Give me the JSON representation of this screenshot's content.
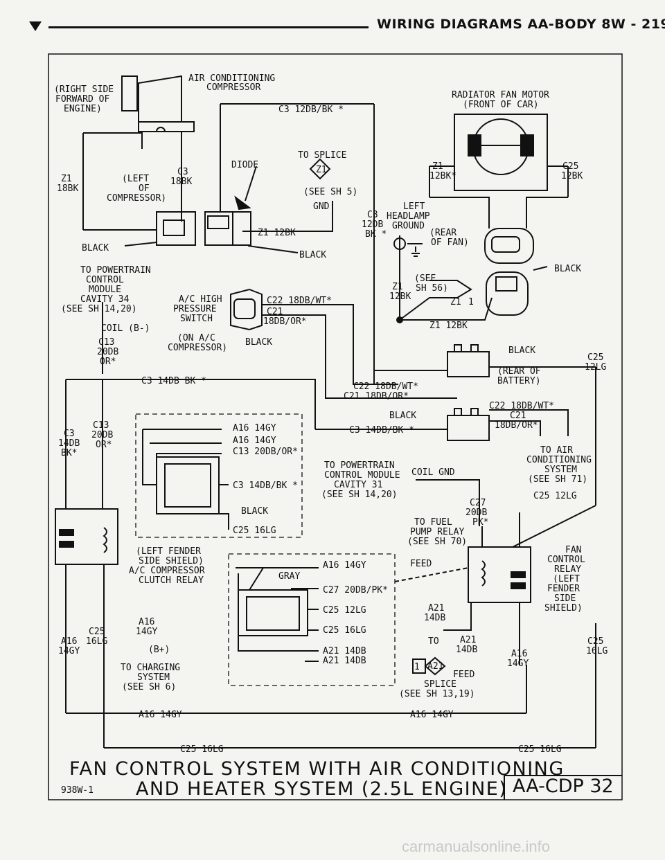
{
  "header": {
    "title": "WIRING DIAGRAMS AA-BODY   8W - 219"
  },
  "components": {
    "compressor": "AIR CONDITIONING",
    "compressor2": "COMPRESSOR",
    "right_side": "(RIGHT SIDE",
    "forward_of": "FORWARD OF",
    "engine": "ENGINE)",
    "radiator_motor": "RADIATOR FAN MOTOR",
    "front_of_car": "(FRONT OF CAR)",
    "diode": "DIODE",
    "to_splice": "TO SPLICE",
    "see_sh5": "(SEE SH 5)",
    "gnd": "GND",
    "left_of_compressor_1": "(LEFT",
    "left_of_compressor_2": "OF",
    "left_of_compressor_3": "COMPRESSOR)",
    "left_headlamp_1": "LEFT",
    "left_headlamp_2": "HEADLAMP",
    "left_headlamp_3": "GROUND",
    "rear_of_fan_1": "(REAR",
    "rear_of_fan_2": "OF FAN)",
    "see_sh56_1": "(SEE",
    "see_sh56_2": "SH 56)",
    "ptcm_1": "TO POWERTRAIN",
    "ptcm_2": "CONTROL",
    "ptcm_3": "MODULE",
    "ptcm_4": "CAVITY 34",
    "ptcm_5": "(SEE SH 14,20)",
    "coil_b": "COIL (B-)",
    "ac_high_1": "A/C HIGH",
    "ac_high_2": "PRESSURE",
    "ac_high_3": "SWITCH",
    "ac_high_4": "(ON A/C",
    "ac_high_5": "COMPRESSOR)",
    "rear_battery_1": "(REAR OF",
    "rear_battery_2": "BATTERY)",
    "to_ac_1": "TO AIR",
    "to_ac_2": "CONDITIONING",
    "to_ac_3": "SYSTEM",
    "to_ac_4": "(SEE SH 71)",
    "ptcm31_1": "TO POWERTRAIN",
    "ptcm31_2": "CONTROL MODULE",
    "ptcm31_3": "CAVITY 31",
    "ptcm31_4": "(SEE SH 14,20)",
    "coil_gnd": "COIL GND",
    "fuel_pump_1": "TO FUEL",
    "fuel_pump_2": "PUMP RELAY",
    "fuel_pump_3": "(SEE SH 70)",
    "feed": "FEED",
    "fan_relay_1": "FAN",
    "fan_relay_2": "CONTROL",
    "fan_relay_3": "RELAY",
    "fan_relay_4": "(LEFT",
    "fan_relay_5": "FENDER",
    "fan_relay_6": "SIDE",
    "fan_relay_7": "SHIELD)",
    "clutch_relay_1": "(LEFT FENDER",
    "clutch_relay_2": "SIDE SHIELD)",
    "clutch_relay_3": "A/C COMPRESSOR",
    "clutch_relay_4": "CLUTCH RELAY",
    "gray": "GRAY",
    "charging_1": "TO CHARGING",
    "charging_2": "SYSTEM",
    "charging_3": "(SEE SH 6)",
    "bplus": "(B+)",
    "splice_1": "SPLICE",
    "splice_2": "(SEE SH 13,19)",
    "to": "TO",
    "feed2": "FEED"
  },
  "wires": {
    "c3_12db_bk": "C3 12DB/BK *",
    "z1_18bk": "Z1",
    "z1_18bk_2": "18BK",
    "c3_18bk": "C3",
    "c3_18bk_2": "18BK",
    "z1_12bk": "Z1 12BK",
    "black": "BLACK",
    "c3_12db": "C3",
    "c3_12db_2": "12DB",
    "c3_12db_3": "BK *",
    "z1_12bkx": "Z1",
    "z1_12bkx_2": "12BK*",
    "c25_12bk": "C25",
    "c25_12bk_2": "12BK",
    "z1": "Z1",
    "z1_2": "12BK",
    "c22": "C22 18DB/WT*",
    "c21": "C21",
    "c21_2": "18DB/OR*",
    "c13": "C13",
    "c13_2": "20DB",
    "c13_3": "OR*",
    "c3_14db": "C3 14DB BK *",
    "c25_12lg": "C25",
    "c25_12lg_2": "12LG",
    "c22_18db": "C22 18DB/WT*",
    "c21_18db": "C21 18DB/OR*",
    "c22b": "C22 18DB/WT*",
    "c21b": "C21",
    "c21b_2": "18DB/OR*",
    "c3_14db_bk": "C3 14DB/BK *",
    "a16_14gy": "A16 14GY",
    "c13_20db": "C13 20DB/OR*",
    "c25_16lg": "C25 16LG",
    "c3_14dbbk": "C3",
    "c3_14dbbk_2": "14DB",
    "c3_14dbbk_3": "BK*",
    "c13b": "C13",
    "c13b_2": "20DB",
    "c13b_3": "OR*",
    "c27": "C27",
    "c27_2": "20DB",
    "c27_3": "PK*",
    "c25_12lg_b": "C25 12LG",
    "c27_20db": "C27 20DB/PK*",
    "c25_12lg_c": "C25 12LG",
    "a21_14db": "A21 14DB",
    "a21": "A21",
    "a21_2": "14DB",
    "a21b": "A21",
    "a21b_2": "14DB",
    "a16": "A16",
    "a16_2": "14GY",
    "a16b": "A16",
    "a16b_2": "14GY",
    "c25_16lg_b": "C25",
    "c25_16lg_b2": "16LG",
    "c25_16lg_c": "C25",
    "c25_16lg_c2": "16LG",
    "a16c": "A16",
    "a16c_2": "14GY",
    "z1_splice": "Z1",
    "splice_box": "1",
    "z1_box": "Z1",
    "a21_splice": "1",
    "a21_tag": "A21"
  },
  "caption": {
    "title": "FAN CONTROL SYSTEM WITH AIR CONDITIONING",
    "line2": "AND HEATER SYSTEM (2.5L ENGINE)",
    "code": "938W-1",
    "id": "AA-CDP 32"
  },
  "watermark": "carmanualsonline.info"
}
